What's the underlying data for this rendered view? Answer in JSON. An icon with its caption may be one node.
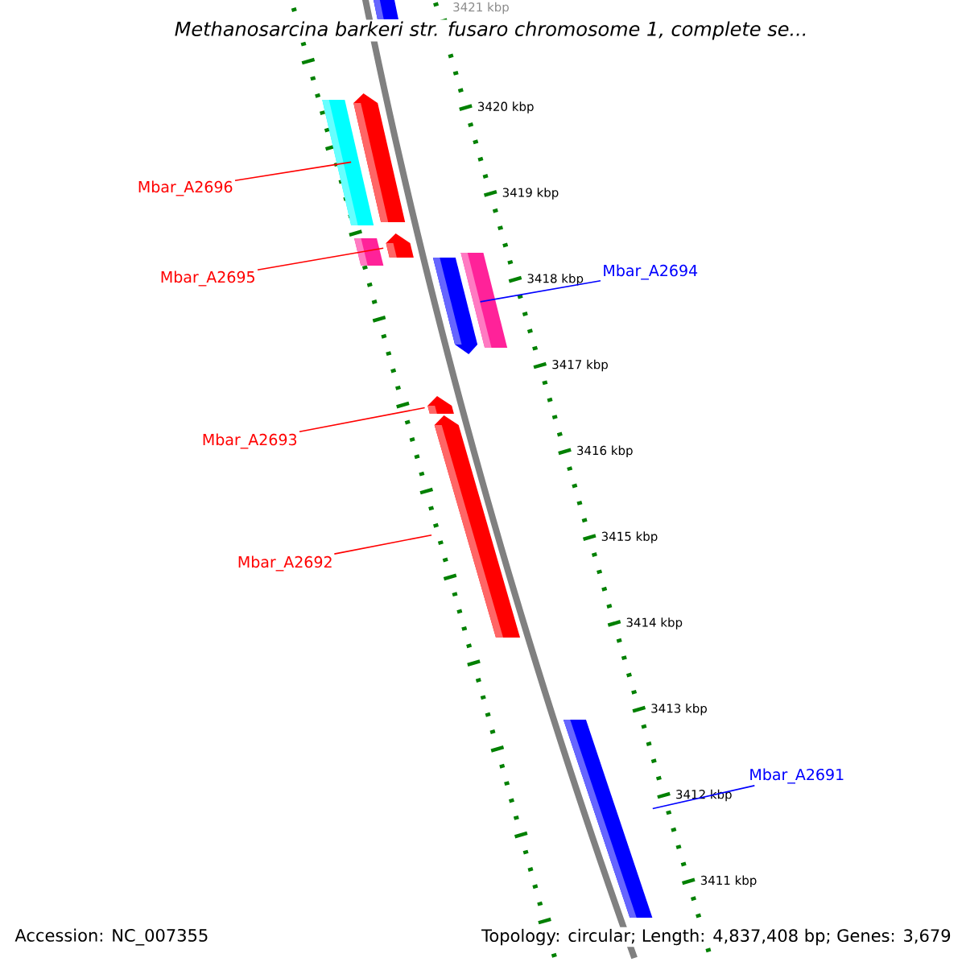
{
  "diagram": {
    "title": "Methanosarcina barkeri str. fusaro chromosome 1, complete se...",
    "nodes": [
      {
        "text": [],
        "shape": "bar"
      },
      {
        "text": [],
        "shape": "bar"
      },
      {
        "text": [],
        "shape": "bar"
      },
      {
        "text": [
          "Mbar_A2696"
        ]
      },
      {
        "text": [],
        "shape": "bar"
      },
      {
        "text": [],
        "shape": "bar"
      },
      {
        "text": [
          "Mbar_A2695"
        ]
      },
      {
        "text": [
          "Mbar_A2694"
        ]
      },
      {
        "text": [],
        "shape": "bar"
      },
      {
        "text": [],
        "shape": "bar"
      },
      {
        "text": [],
        "shape": "bar"
      },
      {
        "text": [
          "Mbar_A2693"
        ]
      },
      {
        "text": [],
        "shape": "bar"
      },
      {
        "text": [
          "Mbar_A2692"
        ]
      },
      {
        "text": [
          "Mbar_A2691"
        ]
      },
      {
        "text": [],
        "shape": "bar"
      }
    ],
    "edges": [
      {
        "from": 3,
        "to": 2,
        "arrow": "none"
      },
      {
        "from": 6,
        "to": 5,
        "arrow": "none"
      },
      {
        "from": 7,
        "to": 8,
        "arrow": "none",
        "color": "#0000ff"
      },
      {
        "from": 11,
        "to": 10,
        "arrow": "none"
      },
      {
        "from": 13,
        "to": 12,
        "arrow": "none"
      },
      {
        "from": 14,
        "to": 15,
        "arrow": "none",
        "color": "#0000ff"
      }
    ],
    "labels": [
      "3421 kbp",
      "3420 kbp",
      "3419 kbp",
      "3418 kbp",
      "3417 kbp",
      "3416 kbp",
      "3415 kbp",
      "3414 kbp",
      "3413 kbp",
      "3412 kbp",
      "3411 kbp",
      "Accession: NC_007355",
      "Topology: circular; Length: 4,837,408 bp; Genes: 3,679"
    ]
  }
}
